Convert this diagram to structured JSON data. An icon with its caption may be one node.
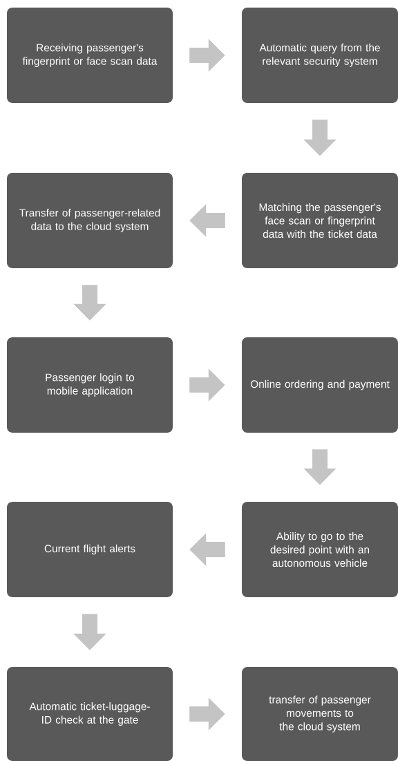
{
  "diagram": {
    "nodes": [
      {
        "text": [
          "Receiving passenger's fingerprint or face scan data"
        ]
      },
      {
        "text": [
          "Automatic query from the relevant security system"
        ]
      },
      {
        "text": [
          "Transfer of passenger-related data to the cloud system"
        ]
      },
      {
        "text": [
          "Matching the passenger's face scan or fingerprint data with the ticket data"
        ]
      },
      {
        "text": [
          "Passenger login to mobile application"
        ]
      },
      {
        "text": [
          "Online ordering and payment"
        ]
      },
      {
        "text": [
          "Current flight alerts"
        ]
      },
      {
        "text": [
          "Ability to go to the desired point with an autonomous vehicle"
        ]
      },
      {
        "text": [
          "Automatic ticket-luggage-ID check at the gate"
        ]
      },
      {
        "text": [
          "transfer of passenger movements to the cloud system"
        ]
      }
    ],
    "edges": [
      {
        "from": 0,
        "to": 1,
        "arrow": "to"
      },
      {
        "from": 1,
        "to": 3,
        "arrow": "to"
      },
      {
        "from": 3,
        "to": 2,
        "arrow": "to"
      },
      {
        "from": 2,
        "to": 4,
        "arrow": "to"
      },
      {
        "from": 4,
        "to": 5,
        "arrow": "to"
      },
      {
        "from": 5,
        "to": 7,
        "arrow": "to"
      },
      {
        "from": 7,
        "to": 6,
        "arrow": "to"
      },
      {
        "from": 6,
        "to": 8,
        "arrow": "to"
      },
      {
        "from": 8,
        "to": 9,
        "arrow": "to"
      }
    ]
  }
}
